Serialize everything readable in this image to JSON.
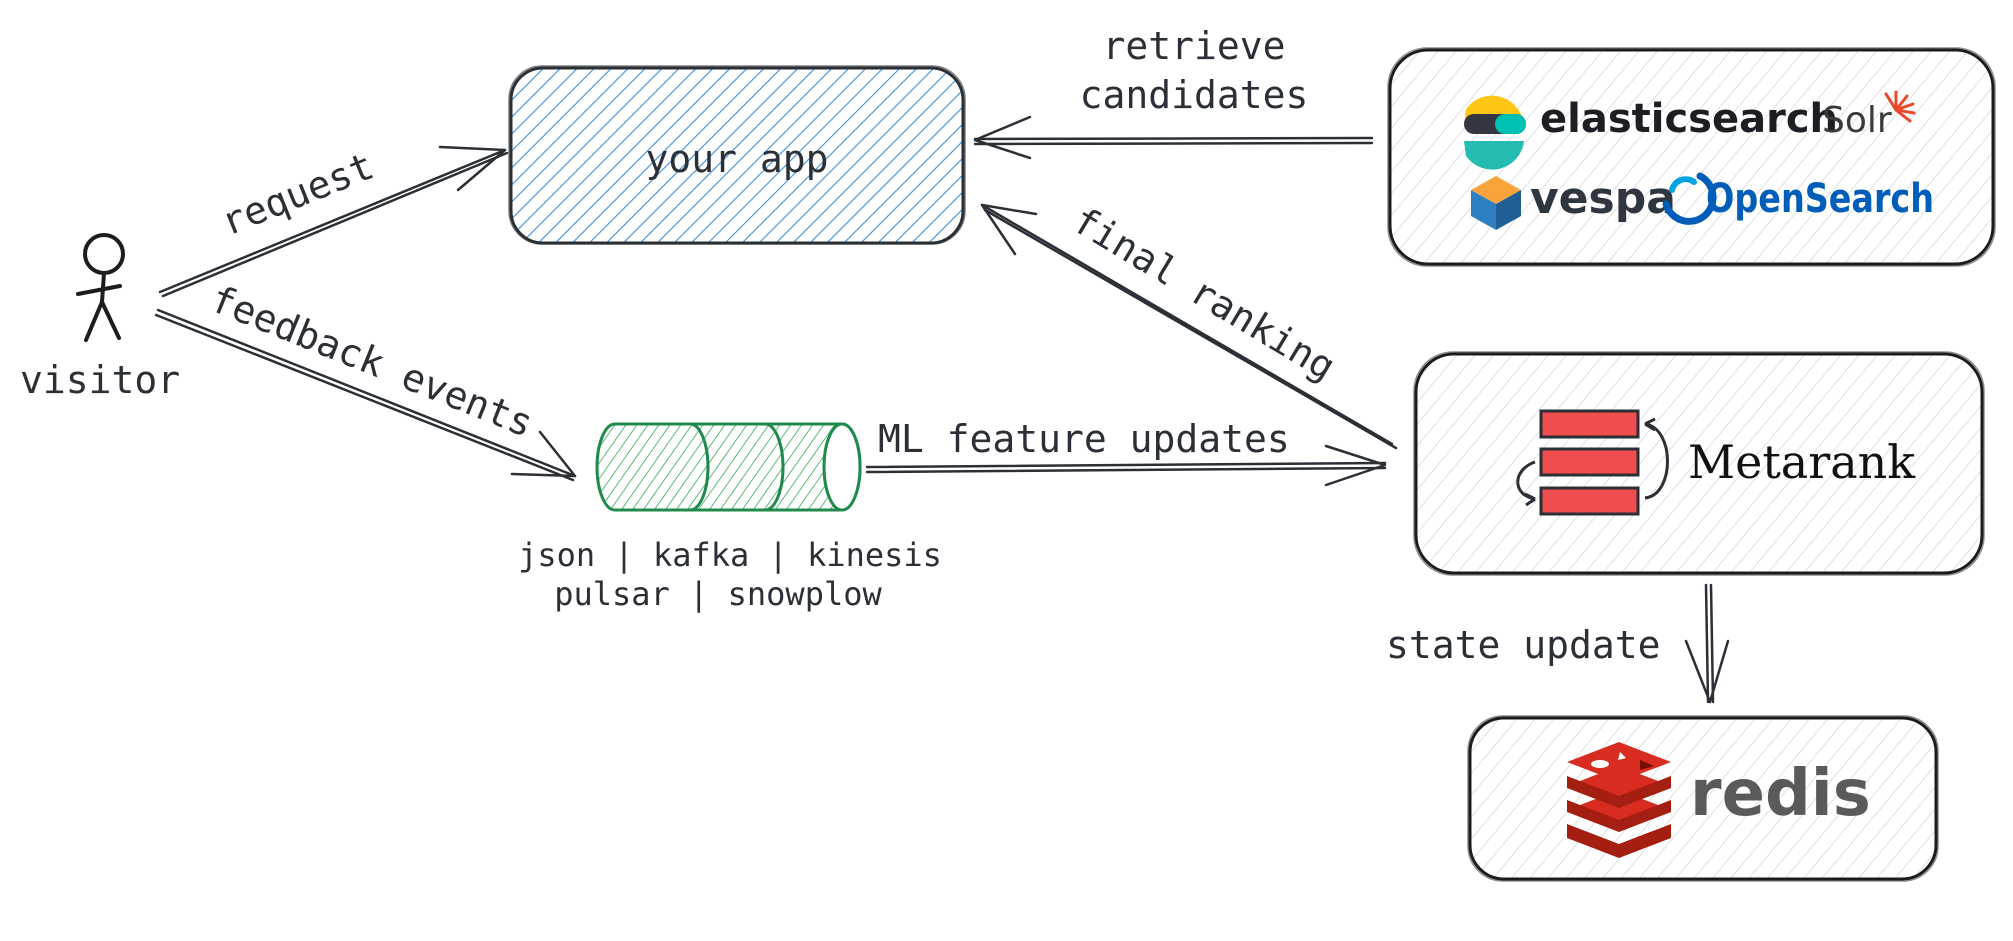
{
  "nodes": {
    "visitor": "visitor",
    "app": "your app",
    "queue_line1": "json | kafka | kinesis",
    "queue_line2": "pulsar | snowplow",
    "metarank": "Metarank"
  },
  "edges": {
    "request": "request",
    "feedback": "feedback events",
    "retrieve_line1": "retrieve",
    "retrieve_line2": "candidates",
    "final_ranking": "final ranking",
    "ml_updates": "ML feature updates",
    "state_update": "state update"
  },
  "logos": {
    "elasticsearch": "elasticsearch",
    "solr": "Solr",
    "vespa": "vespa",
    "opensearch": "OpenSearch",
    "redis": "redis"
  },
  "colors": {
    "ink": "#2b2f36",
    "app_hatch": "#3d8fdc",
    "queue_hatch": "#33a852",
    "queue_stroke": "#1f8a4c",
    "metarank_red": "#f04e4e",
    "redis_red": "#d82c20",
    "redis_text": "#5a5a5a",
    "opensearch_blue": "#005eb8",
    "vespa_text": "#2f3640"
  }
}
